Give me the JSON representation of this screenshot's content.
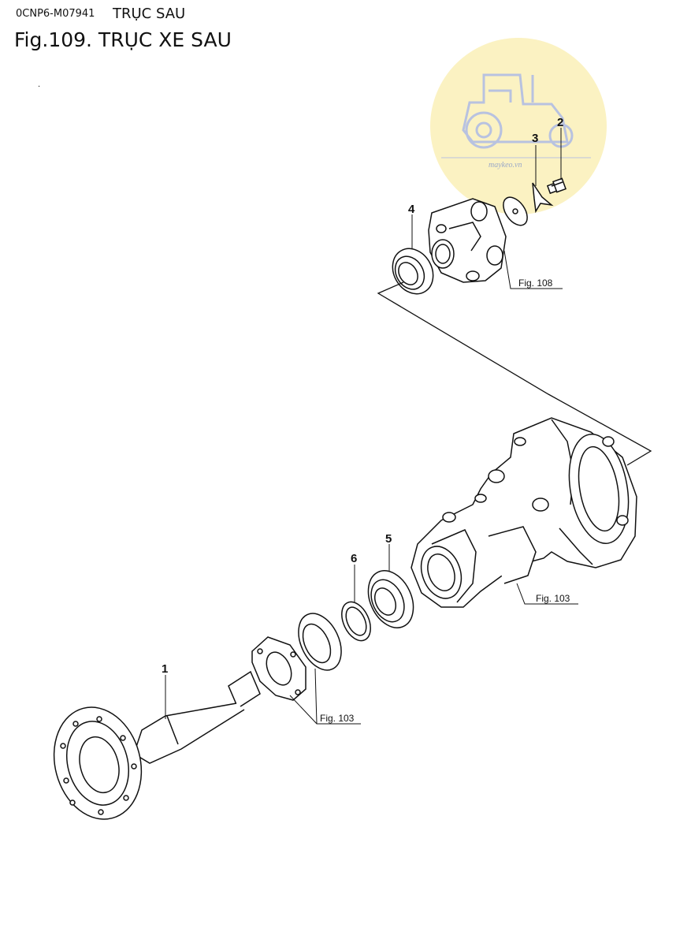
{
  "header": {
    "code": "0CNP6-M07941",
    "subtitle": "TRỤC SAU",
    "title": "Fig.109.  TRỤC XE SAU",
    "dot": "."
  },
  "watermark": {
    "text": "maykeo.vn",
    "circle_color": "#fbf2c2",
    "line_color": "#b8c2e0"
  },
  "callouts": {
    "p1": "1",
    "p2": "2",
    "p3": "3",
    "p4": "4",
    "p5": "5",
    "p6": "6"
  },
  "figrefs": {
    "fig108": "Fig. 108",
    "fig103_housing": "Fig. 103",
    "fig103_seal": "Fig. 103"
  }
}
